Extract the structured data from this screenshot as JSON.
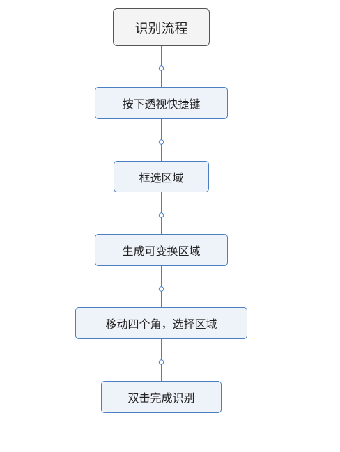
{
  "flowchart": {
    "title": "识别流程",
    "steps": [
      "按下透视快捷键",
      "框选区域",
      "生成可变换区域",
      "移动四个角，选择区域",
      "双击完成识别"
    ]
  },
  "colors": {
    "connector": "#4a7fc1",
    "step_border": "#4a7fc1",
    "step_fill": "#eef3fa",
    "root_border": "#555555",
    "root_fill": "#f4f4f4"
  }
}
